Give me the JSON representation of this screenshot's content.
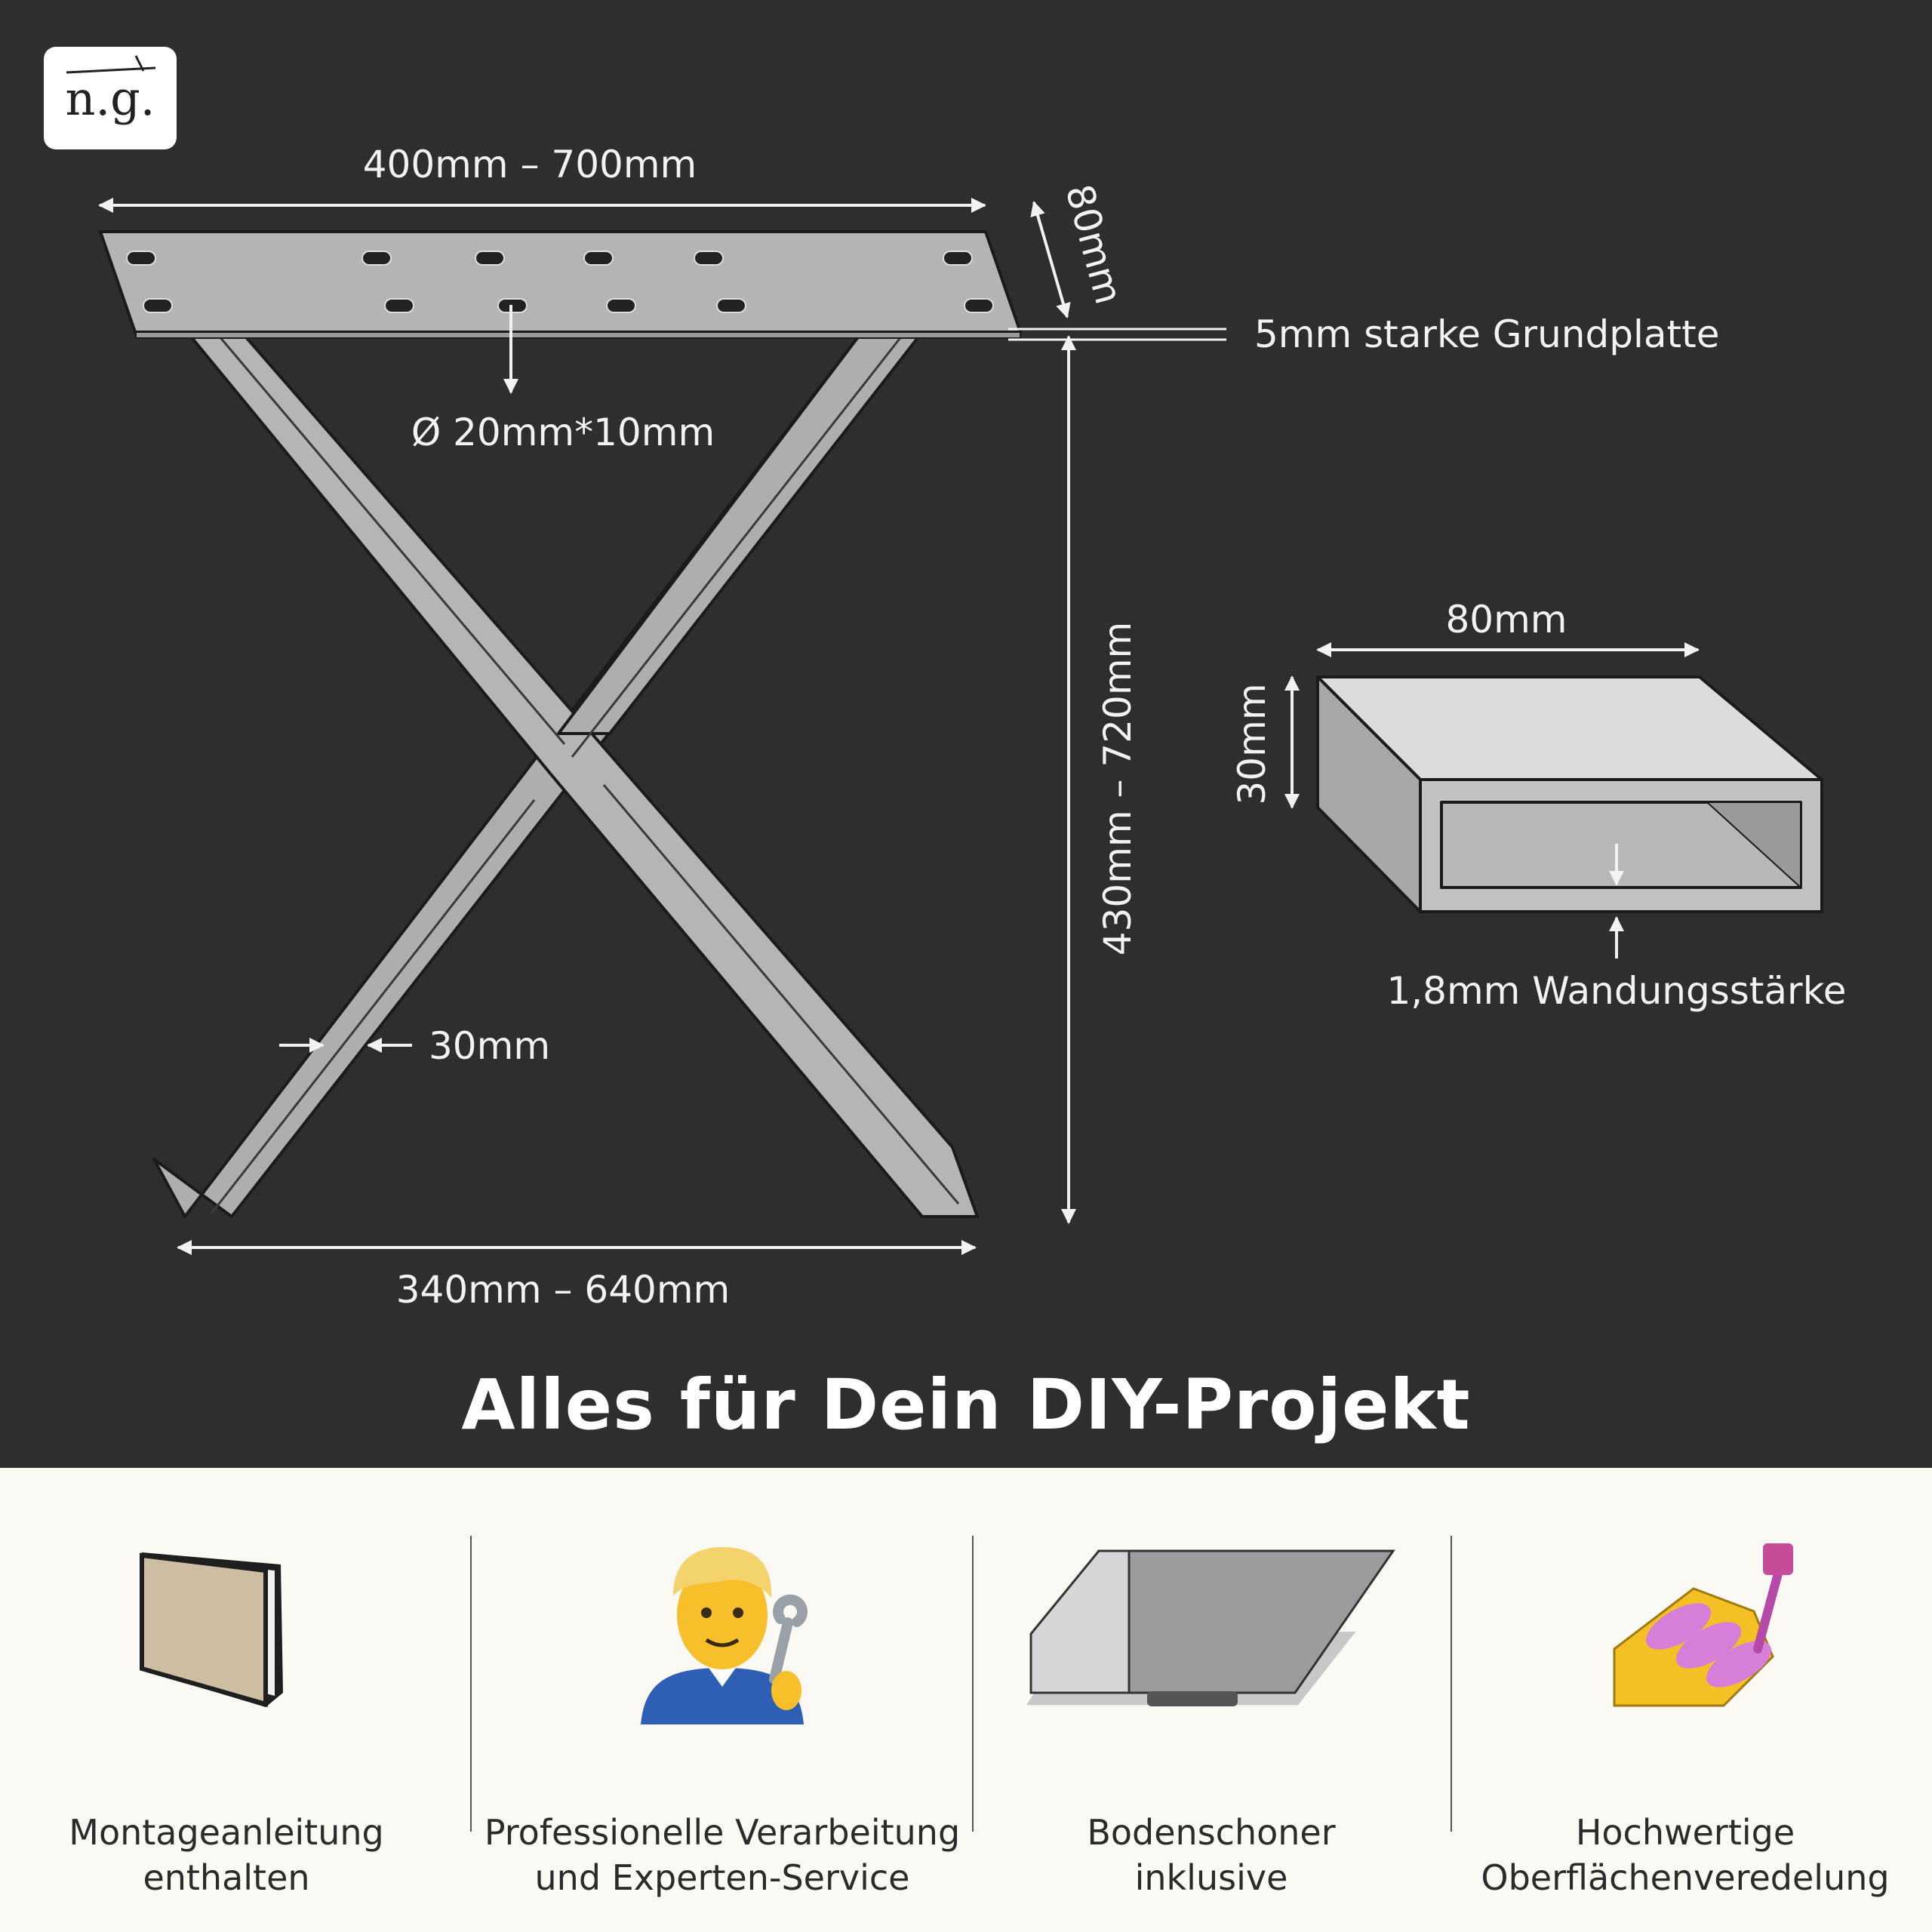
{
  "logo": {
    "text": "n.g."
  },
  "diagram": {
    "top_width_label": "400mm – 700mm",
    "plate_depth_label": "80mm",
    "plate_thickness_label": "5mm starke Grundplatte",
    "hole_label": "Ø 20mm*10mm",
    "height_label": "430mm – 720mm",
    "profile_width_label": "30mm",
    "bottom_width_label": "340mm – 640mm",
    "tube_width_label": "80mm",
    "tube_height_label": "30mm",
    "wall_thickness_label": "1,8mm Wandungsstärke"
  },
  "headline": "Alles für Dein DIY-Projekt",
  "features": [
    {
      "icon": "book-icon",
      "line1": "Montageanleitung",
      "line2": "enthalten"
    },
    {
      "icon": "mechanic-icon",
      "line1": "Professionelle Verarbeitung",
      "line2": "und Experten-Service"
    },
    {
      "icon": "floor-protector-icon",
      "line1": "Bodenschoner",
      "line2": "inklusive"
    },
    {
      "icon": "coating-icon",
      "line1": "Hochwertige",
      "line2": "Oberflächenveredelung"
    }
  ],
  "colors": {
    "background": "#2d2e2e",
    "metal": "#b2b2b2",
    "panel": "#fbf9f4",
    "accent": "#f2c230"
  }
}
